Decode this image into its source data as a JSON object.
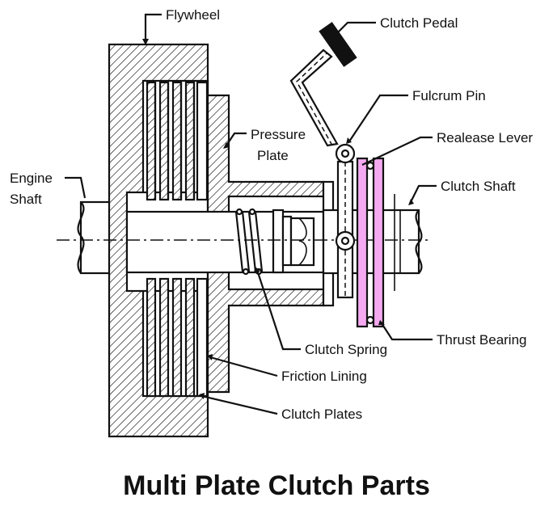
{
  "title": "Multi Plate Clutch Parts",
  "labels": {
    "flywheel": "Flywheel",
    "clutch_pedal": "Clutch Pedal",
    "fulcrum_pin": "Fulcrum Pin",
    "pressure_plate_line1": "Pressure",
    "pressure_plate_line2": "Plate",
    "release_lever": "Realease Lever",
    "engine_shaft_line1": "Engine",
    "engine_shaft_line2": "Shaft",
    "clutch_shaft": "Clutch Shaft",
    "thrust_bearing": "Thrust Bearing",
    "clutch_spring": "Clutch Spring",
    "friction_lining": "Friction Lining",
    "clutch_plates": "Clutch Plates"
  },
  "colors": {
    "line": "#111111",
    "bearing": "#f4a9f0",
    "background": "#ffffff"
  }
}
